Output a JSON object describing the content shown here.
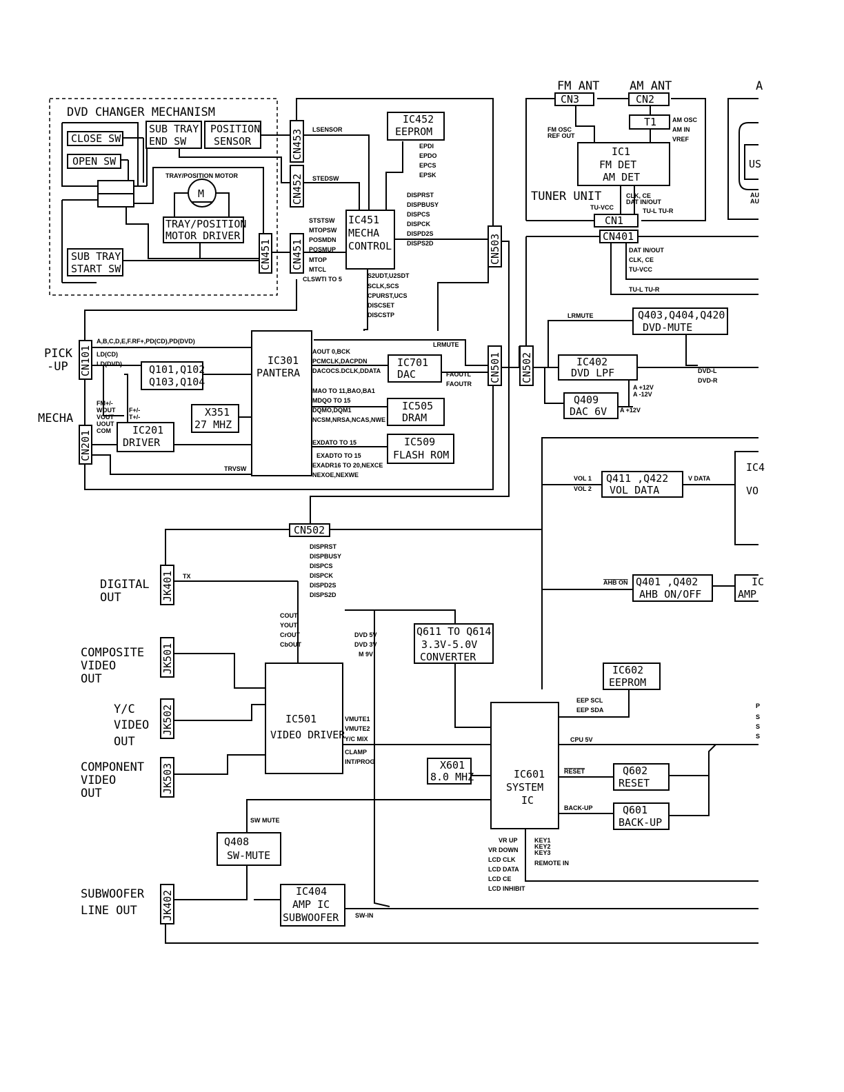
{
  "mechanism": {
    "title": "DVD CHANGER MECHANISM",
    "close_sw": "CLOSE SW",
    "open_sw": "OPEN SW",
    "sub_tray_end_1": "SUB TRAY",
    "sub_tray_end_2": "END SW",
    "position_1": "POSITION",
    "position_2": "SENSOR",
    "motor_title": "TRAY/POSITION MOTOR",
    "motor_symbol": "M",
    "motor_driver_1": "TRAY/POSITION",
    "motor_driver_2": "MOTOR DRIVER",
    "sub_tray_start_1": "SUB TRAY",
    "sub_tray_start_2": "START SW"
  },
  "connectors": {
    "cn451a": "CN451",
    "cn451b": "CN451",
    "cn452": "CN452",
    "cn453": "CN453",
    "cn503": "CN503",
    "cn501": "CN501",
    "cn502v": "CN502",
    "cn502h": "CN502",
    "cn101": "CN101",
    "cn201": "CN201",
    "cn3": "CN3",
    "cn2": "CN2",
    "cn1": "CN1",
    "cn401": "CN401",
    "jk401": "JK401",
    "jk501": "JK501",
    "jk502": "JK502",
    "jk503": "JK503",
    "jk402": "JK402"
  },
  "blocks": {
    "ic452_1": "IC452",
    "ic452_2": "EEPROM",
    "ic451_1": "IC451",
    "ic451_2": "MECHA",
    "ic451_3": "CONTROL",
    "ic301_1": "IC301",
    "ic301_2": "PANTERA",
    "ic701_1": "IC701",
    "ic701_2": "DAC",
    "ic505_1": "IC505",
    "ic505_2": "DRAM",
    "ic509_1": "IC509",
    "ic509_2": "FLASH ROM",
    "q101_1": "Q101,Q102",
    "q101_2": "Q103,Q104",
    "x351_1": "X351",
    "x351_2": "27 MHZ",
    "ic201_1": "IC201",
    "ic201_2": "DRIVER",
    "t1": "T1",
    "ic1_1": "IC1",
    "ic1_2": "FM DET",
    "ic1_3": "AM DET",
    "q403_1": "Q403,Q404,Q420",
    "q403_2": "DVD-MUTE",
    "ic402_1": "IC402",
    "ic402_2": "DVD LPF",
    "q409_1": "Q409",
    "q409_2": "DAC 6V",
    "q411_1": "Q411 ,Q422",
    "q411_2": "VOL DATA",
    "ic4_1": "IC4",
    "ic4_2": "VO",
    "q401_1": "Q401 ,Q402",
    "q401_2": "AHB ON/OFF",
    "ic_amp_1": "IC",
    "ic_amp_2": "AMP",
    "q611_1": "Q611 TO Q614",
    "q611_2": "3.3V-5.0V",
    "q611_3": "CONVERTER",
    "ic602_1": "IC602",
    "ic602_2": "EEPROM",
    "ic501_1": "IC501",
    "ic501_2": "VIDEO DRIVER",
    "x601_1": "X601",
    "x601_2": "8.0 MHZ",
    "ic601_1": "IC601",
    "ic601_2": "SYSTEM",
    "ic601_3": "IC",
    "q602_1": "Q602",
    "q602_2": "RESET",
    "q601_1": "Q601",
    "q601_2": "BACK-UP",
    "q408_1": "Q408",
    "q408_2": "SW-MUTE",
    "ic404_1": "IC404",
    "ic404_2": "AMP IC",
    "ic404_3": "SUBWOOFER",
    "us": "US"
  },
  "labels": {
    "fm_ant": "FM  ANT",
    "am_ant": "AM  ANT",
    "tuner_unit": "TUNER  UNIT",
    "pick_1": "PICK",
    "pick_2": "-UP",
    "mecha": "MECHA",
    "digital_1": "DIGITAL",
    "digital_2": "OUT",
    "composite_1": "COMPOSITE",
    "composite_2": "VIDEO",
    "composite_3": "OUT",
    "yc_1": "Y/C",
    "yc_2": "VIDEO",
    "yc_3": "OUT",
    "component_1": "COMPONENT",
    "component_2": "VIDEO",
    "component_3": "OUT",
    "subwoofer_1": "SUBWOOFER",
    "subwoofer_2": "LINE  OUT",
    "corner_a": "A"
  },
  "signals": {
    "lsensor": "LSENSOR",
    "stedsw": "STEDSW",
    "epdi": "EPDI",
    "epdo": "EPDO",
    "epcs": "EPCS",
    "epsk": "EPSK",
    "disprst_a": "DISPRST",
    "dispbusy_a": "DISPBUSY",
    "dispcs_a": "DISPCS",
    "dispck_a": "DISPCK",
    "dispd2s_a": "DISPD2S",
    "disps2d_a": "DISPS2D",
    "ststsw": "STSTSW",
    "mtopsw": "MTOPSW",
    "posmdn": "POSMDN",
    "posmup": "POSMUP",
    "mtop": "MTOP",
    "mtcl": "MTCL",
    "clswti": "CLSWTI TO 5",
    "s2udt": "S2UDT,U2SDT",
    "sclk": "SCLK,SCS",
    "cpurst": "CPURST,UCS",
    "discset": "DISCSET",
    "discstp": "DISCSTP",
    "abcdef": "A,B,C,D,E,F.RF+,PD(CD),PD(DVD)",
    "ldcd": "LD(CD)",
    "lddvd": "LD(DVD)",
    "fm_list_1": "FM+/-",
    "fm_list_2": "WOUT",
    "fm_list_3": "VOUT",
    "fm_list_4": "UOUT",
    "fm_list_5": "COM",
    "ft_1": "F+/-",
    "ft_2": "T+/-",
    "trvsw": "TRVSW",
    "aout": "AOUT 0,BCK",
    "pcmclk": "PCMCLK,DACPDN",
    "dacocs": "DACOCS.DCLK,DDATA",
    "lrmute_a": "LRMUTE",
    "faoutl": "FAOUTL",
    "faoutr": "FAOUTR",
    "mao": "MAO TO 11,BAO,BA1",
    "mdqo": "MDQO TO 15",
    "dqmo": "DQMO,DQM1",
    "ncsm": "NCSM,NRSA,NCAS,NWE",
    "exdato_a": "EXDATO TO 15",
    "exdato_b": "EXADTO TO 15",
    "exadr": "EXADR16 TO 20,NEXCE",
    "nexoe": "NEXOE,NEXWE",
    "fm_osc_1": "FM OSC",
    "fm_osc_2": "REF OUT",
    "am_osc": "AM OSC",
    "am_in": "AM IN",
    "vref": "VREF",
    "clk_ce": "CLK, CE",
    "dat_inout": "DAT IN/OUT",
    "tu_vcc_a": "TU-VCC",
    "tul_tur_a": "TU-L  TU-R",
    "dat_inout_b": "DAT IN/OUT",
    "clk_ce_b": "CLK, CE",
    "tu_vcc_b": "TU-VCC",
    "tul_tur_b": "TU-L  TU-R",
    "lrmute_b": "LRMUTE",
    "dvdl": "DVD-L",
    "dvdr": "DVD-R",
    "a12v_1": "A +12V",
    "a12v_2": "A -12V",
    "a12v_3": "A +12V",
    "vol1": "VOL 1",
    "vol2": "VOL 2",
    "vdata": "V DATA",
    "ahb_on": "AHB ON",
    "disprst_b": "DISPRST",
    "dispbusy_b": "DISPBUSY",
    "dispcs_b": "DISPCS",
    "dispck_b": "DISPCK",
    "dispd2s_b": "DISPD2S",
    "disps2d_b": "DISPS2D",
    "tx": "TX",
    "cout": "COUT",
    "yout": "YOUT",
    "crout": "CrOUT",
    "cbout": "CbOUT",
    "dvd5v": "DVD 5V",
    "dvd3v": "DVD 3V",
    "m9v": "M 9V",
    "eep_scl": "EEP SCL",
    "eep_sda": "EEP SDA",
    "cpu5v": "CPU 5V",
    "vmute1": "VMUTE1",
    "vmute2": "VMUTE2",
    "ycmix": "Y/C MIX",
    "clamp": "CLAMP",
    "intprog": "INT/PROG",
    "reset": "RESET",
    "backup": "BACK-UP",
    "sw_mute": "SW MUTE",
    "sw_in": "SW-IN",
    "vrup": "VR UP",
    "vrdown": "VR DOWN",
    "lcdclk": "LCD CLK",
    "lcddata": "LCD DATA",
    "lcdce": "LCD CE",
    "lcdinh": "LCD INHIBIT",
    "key1": "KEY1",
    "key2": "KEY2",
    "key3": "KEY3",
    "remote": "REMOTE IN",
    "aux_1": "AU",
    "aux_2": "AU",
    "r_p": "P",
    "r_s1": "S",
    "r_s2": "S",
    "r_s3": "S"
  }
}
